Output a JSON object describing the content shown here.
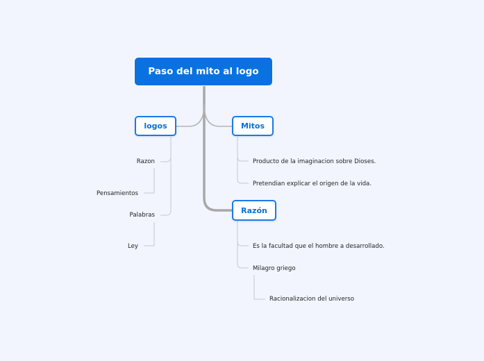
{
  "mindmap": {
    "root": {
      "label": "Paso del mito al logo",
      "color": "#0a72e0"
    },
    "branches": [
      {
        "label": "logos",
        "children": [
          {
            "label": "Razon",
            "children": [
              {
                "label": "Pensamientos"
              }
            ]
          },
          {
            "label": "Palabras",
            "children": [
              {
                "label": "Ley"
              }
            ]
          }
        ]
      },
      {
        "label": "Mitos",
        "children": [
          {
            "label": "Producto de la imaginacion sobre Dioses."
          },
          {
            "label": "Pretendian explicar el origen de la vida."
          }
        ]
      },
      {
        "label": "Razón",
        "children": [
          {
            "label": "Es la facultad que el hombre a desarrollado."
          },
          {
            "label": "Milagro griego",
            "children": [
              {
                "label": "Racionalizacion del universo"
              }
            ]
          }
        ]
      }
    ]
  },
  "colors": {
    "background": "#f2f5fe",
    "node_border": "#1a7ae8",
    "node_text": "#0a6fd6",
    "trunk": "#a8a8a8",
    "leaf_line": "#c4c8d0"
  }
}
